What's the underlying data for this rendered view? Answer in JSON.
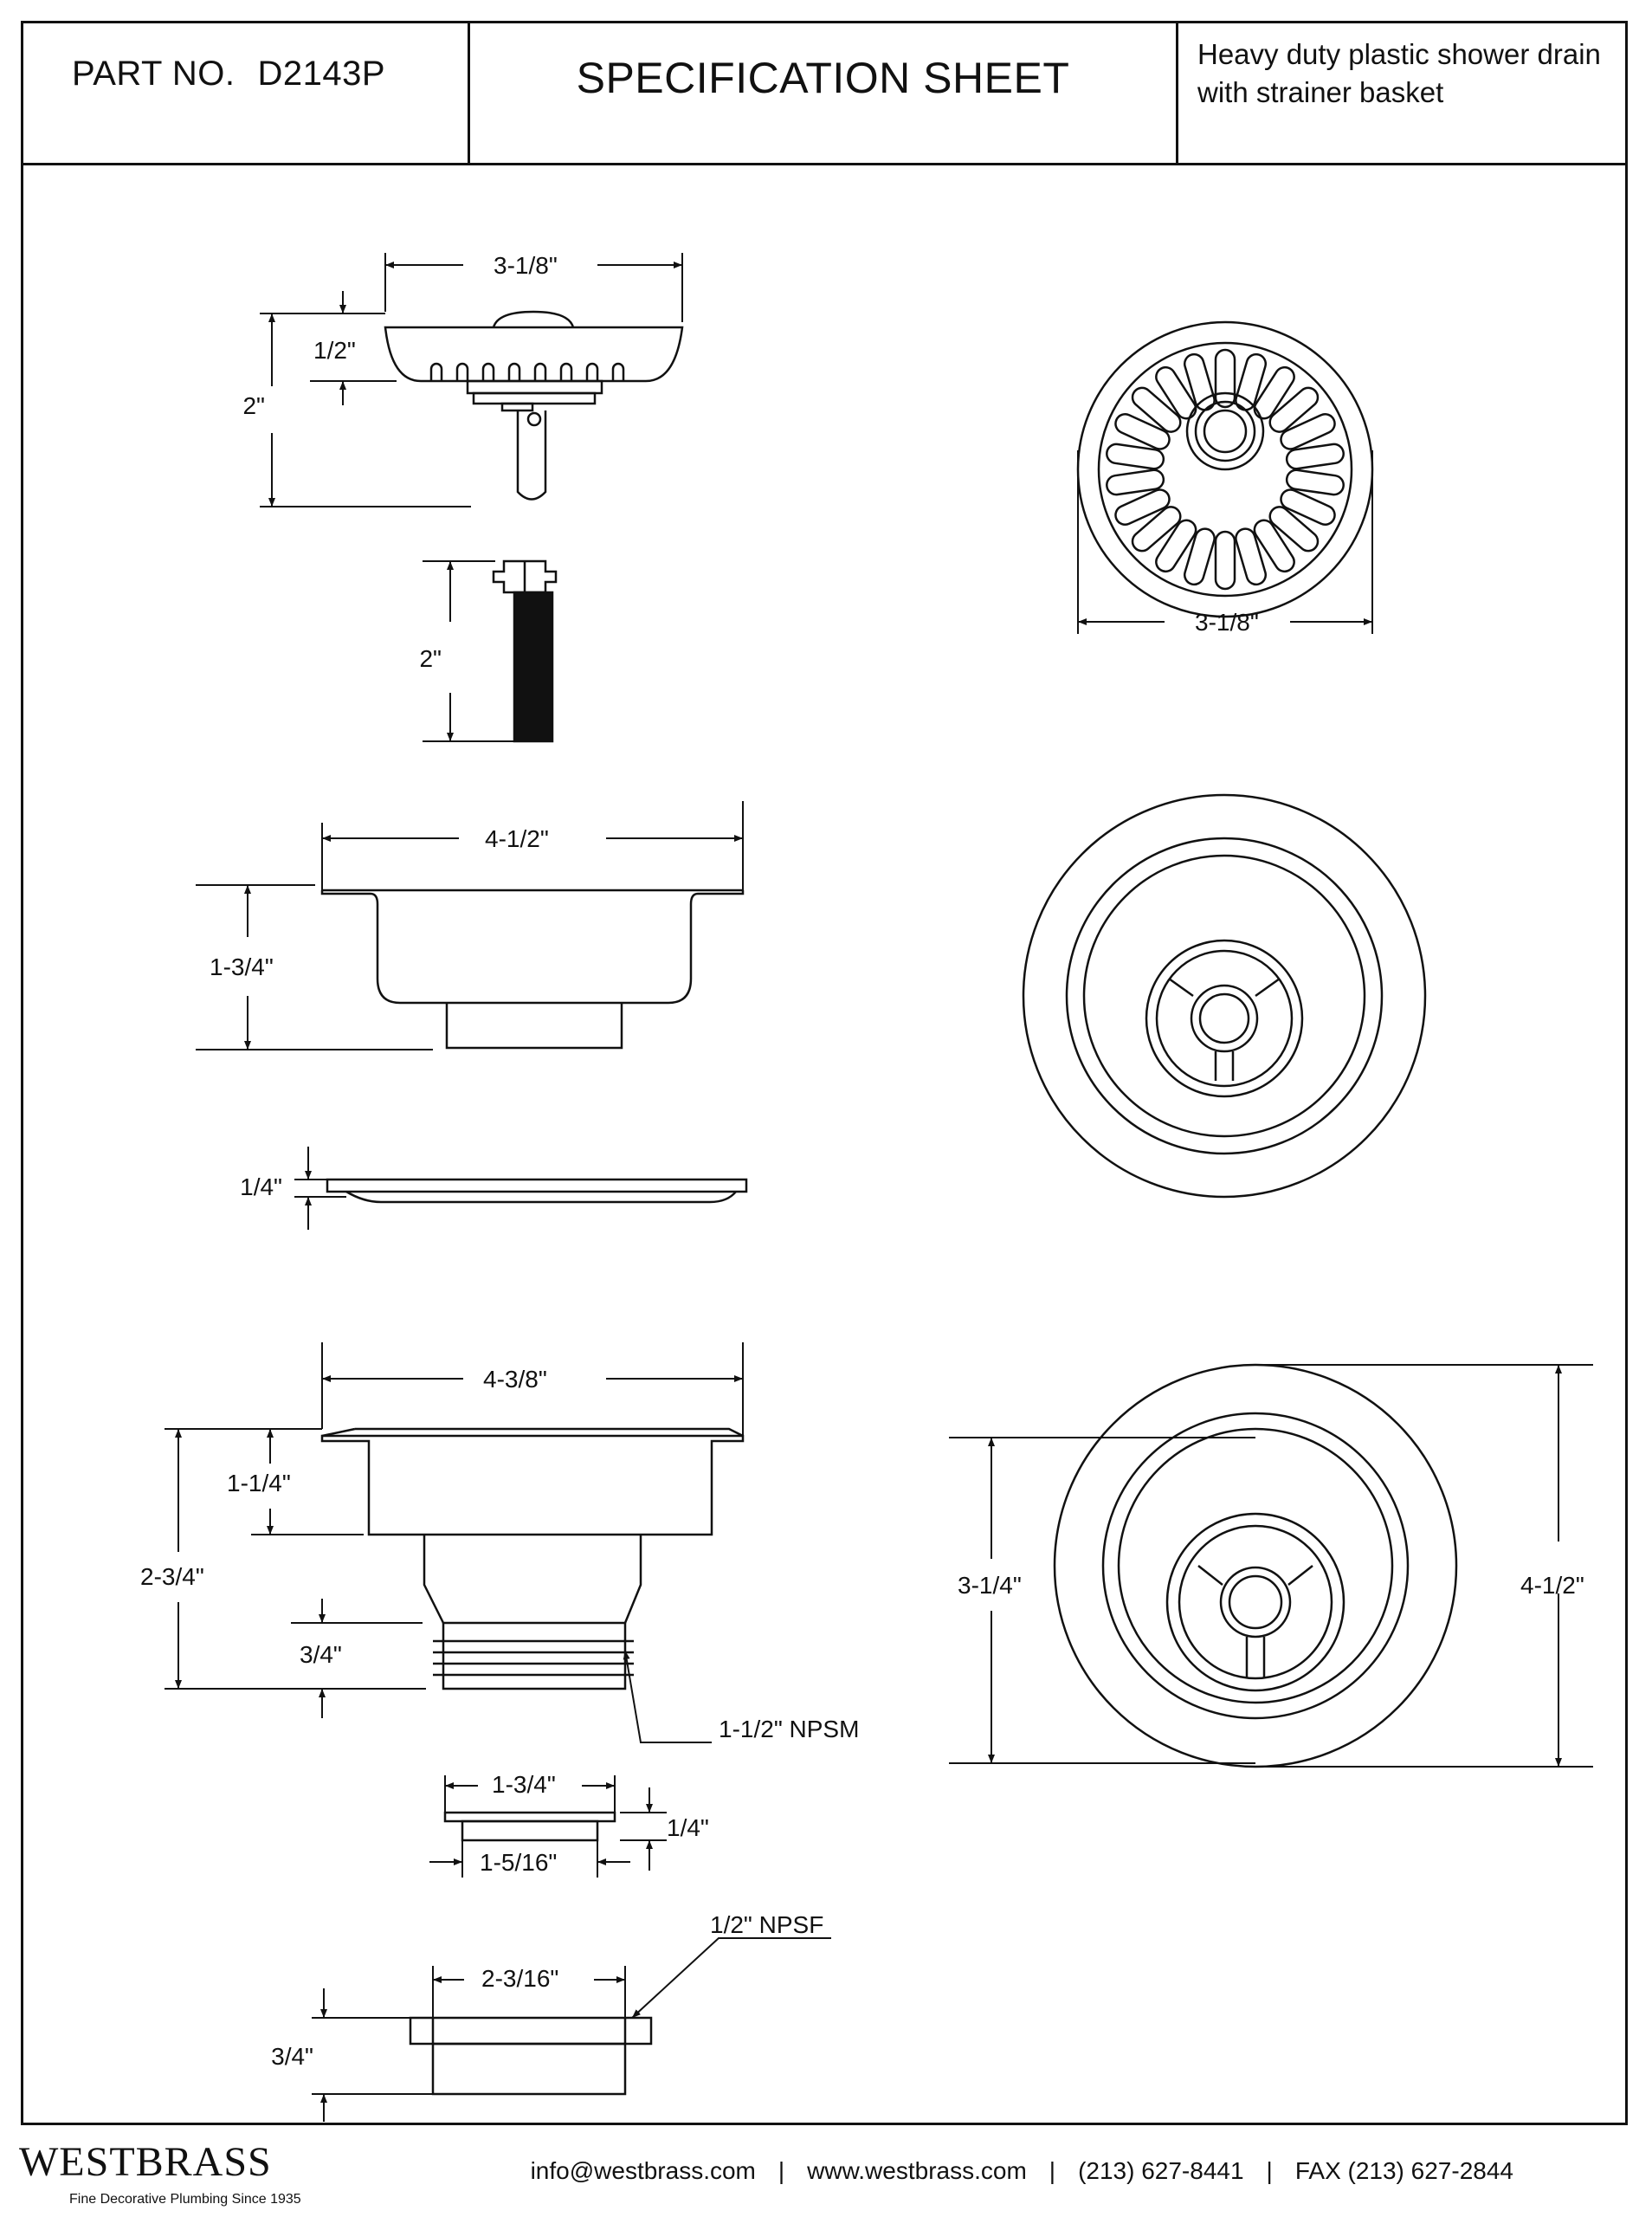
{
  "header": {
    "part_label": "PART NO.",
    "part_number": "D2143P",
    "title": "SPECIFICATION SHEET",
    "description_line1": "Heavy duty plastic shower drain",
    "description_line2": "with strainer basket"
  },
  "dimensions": {
    "basket_width": "3-1/8\"",
    "basket_lip": "1/2\"",
    "basket_height": "2\"",
    "post_height": "2\"",
    "basket_top_diameter": "3-1/8\"",
    "flange_width": "4-1/2\"",
    "flange_depth": "1-3/4\"",
    "gasket_thickness": "1/4\"",
    "body_width": "4-3/8\"",
    "body_upper": "1-1/4\"",
    "body_total": "2-3/4\"",
    "thread_length": "3/4\"",
    "thread_spec": "1-1/2\" NPSM",
    "washer_outer": "1-3/4\"",
    "washer_inner": "1-5/16\"",
    "washer_thickness": "1/4\"",
    "nut_spec": "1/2\" NPSF",
    "nut_width": "2-3/16\"",
    "nut_height": "3/4\"",
    "top_inner_diameter": "3-1/4\"",
    "top_outer_diameter": "4-1/2\""
  },
  "footer": {
    "brand": "WESTBRASS",
    "tagline": "Fine Decorative Plumbing Since 1935",
    "email": "info@westbrass.com",
    "website": "www.westbrass.com",
    "phone": "(213) 627-8441",
    "fax": "FAX (213) 627-2844",
    "sep": "|"
  }
}
